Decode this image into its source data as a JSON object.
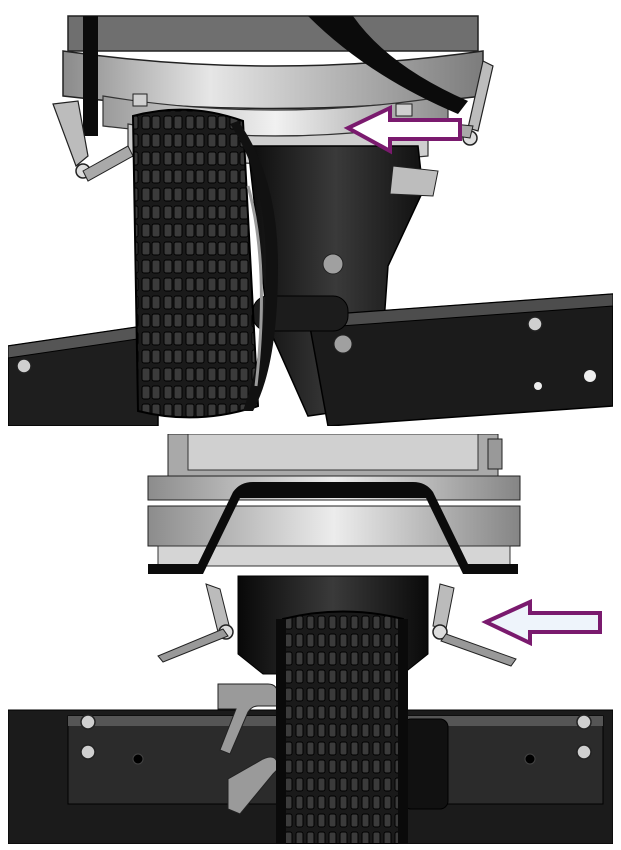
{
  "figure": {
    "panels": [
      {
        "id": "top",
        "view": "perspective",
        "arrow_color": "#7a1a6e",
        "arrow_direction": "left"
      },
      {
        "id": "bottom",
        "view": "front",
        "arrow_color": "#7a1a6e",
        "arrow_fill": "#eef4fb",
        "arrow_direction": "left"
      }
    ]
  }
}
